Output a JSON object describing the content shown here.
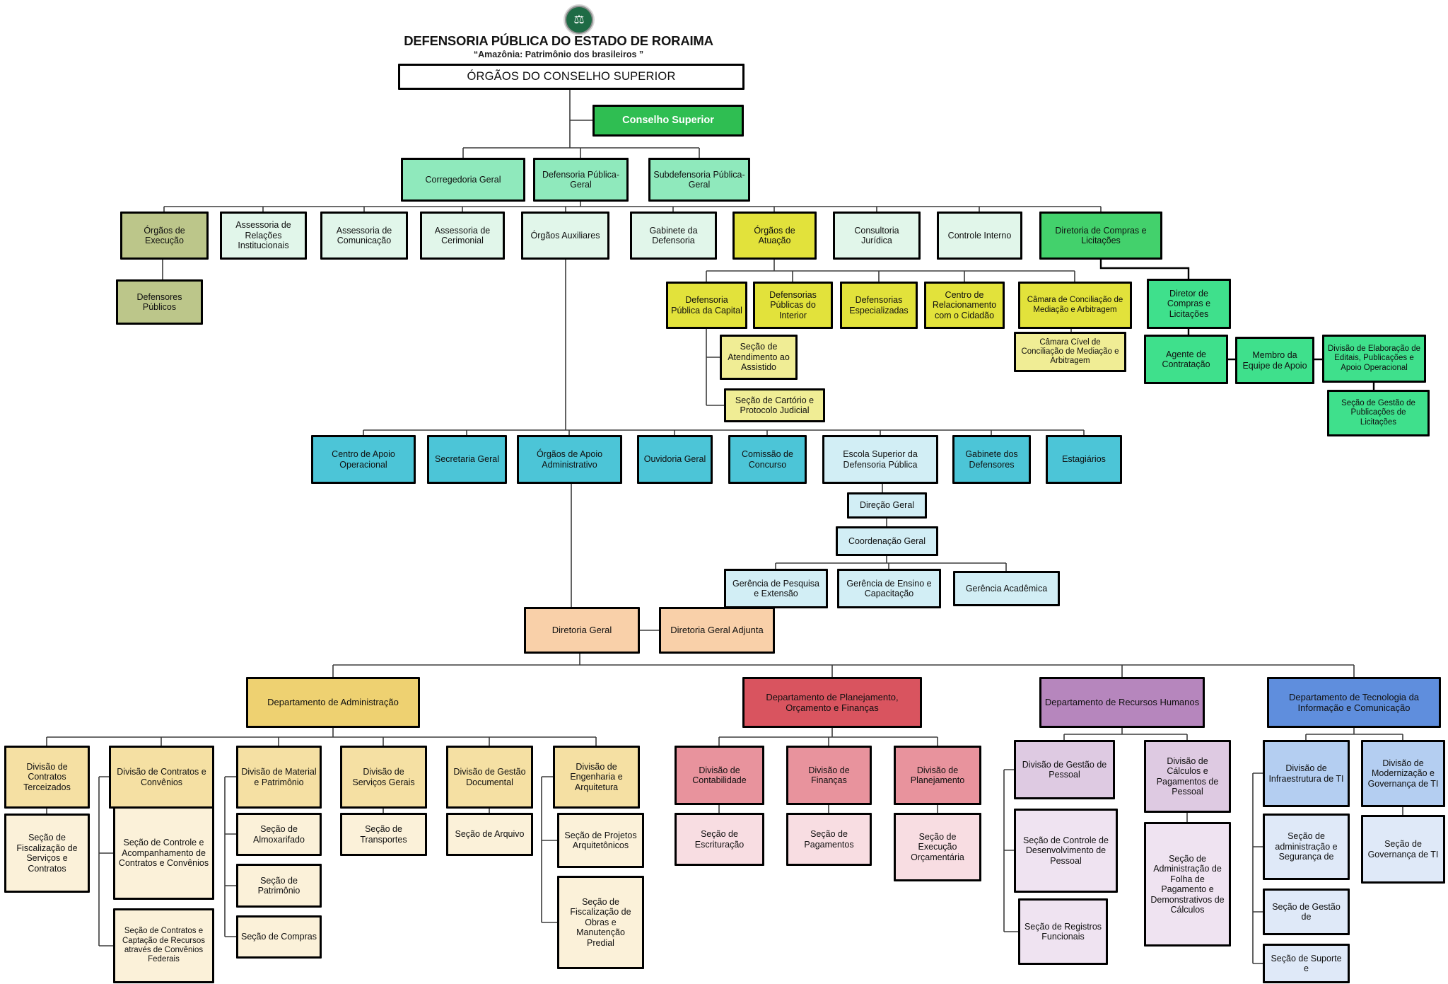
{
  "header": {
    "org_name": "DEFENSORIA PÚBLICA DO ESTADO DE RORAIMA",
    "motto": "“Amazônia: Patrimônio dos brasileiros ”"
  },
  "logo_icon": "scales-of-justice-icon",
  "logo_glyph": "⚖",
  "palette": {
    "conselho_green": "#2fbe52",
    "level2_green": "#8fe9bc",
    "pale_mint": "#e1f6ea",
    "olive": "#bcc68a",
    "atuacao_yellow": "#e2e23b",
    "pale_yellow": "#f0ed95",
    "compras_green": "#43d16c",
    "licitacoes_green": "#3fe08c",
    "teal": "#4cc5d7",
    "pale_cyan": "#d2eef5",
    "peach": "#f9d0a9",
    "admin_gold": "#eed171",
    "admin_light": "#f5e0a3",
    "admin_cream": "#fbf1d9",
    "plan_red": "#d9545f",
    "plan_pink": "#e8939d",
    "plan_pale": "#f8dde2",
    "rh_purple": "#b686bd",
    "rh_light": "#decae2",
    "rh_pale": "#efe3f1",
    "ti_blue": "#5f8edd",
    "ti_light": "#b4cef1",
    "ti_pale": "#dfe9f8"
  },
  "nodes": {
    "banner": "ÓRGÃOS DO CONSELHO SUPERIOR",
    "conselho_superior": "Conselho Superior",
    "corregedoria_geral": "Corregedoria Geral",
    "defensoria_publica_geral": "Defensoria Pública-Geral",
    "subdefensoria_publica_geral": "Subdefensoria Pública-Geral",
    "orgaos_de_execucao": "Órgãos de Execução",
    "assessoria_relacoes": "Assessoria de Relações Institucionais",
    "assessoria_comunicacao": "Assessoria de Comunicação",
    "assessoria_cerimonial": "Assessoria de Cerimonial",
    "orgaos_auxiliares": "Órgãos Auxiliares",
    "gabinete_defensoria": "Gabinete da Defensoria",
    "orgaos_de_atuacao": "Órgãos de Atuação",
    "consultoria_juridica": "Consultoria Jurídica",
    "controle_interno": "Controle Interno",
    "diretoria_compras": "Diretoria de Compras e Licitações",
    "defensores_publicos": "Defensores Públicos",
    "dp_capital": "Defensoria Pública da Capital",
    "dp_interior": "Defensorias Públicas do Interior",
    "defensorias_especializadas": "Defensorias Especializadas",
    "centro_relacionamento": "Centro de Relacionamento com o Cidadão",
    "camara_conciliacao": "Câmara de Conciliação de Mediação e Arbitragem",
    "secao_atendimento": "Seção de Atendimento ao Assistido",
    "secao_cartorio": "Seção de Cartório e Protocolo Judicial",
    "camara_civel": "Câmara Cível de Conciliação de Mediação e Arbitragem",
    "diretor_compras": "Diretor de Compras e Licitações",
    "agente_contratacao": "Agente de Contratação",
    "membro_equipe": "Membro da Equipe de Apoio",
    "divisao_editais": "Divisão de Elaboração de Editais, Publicações e Apoio Operacional",
    "secao_publicacoes": "Seção de Gestão de Publicações de Licitações",
    "centro_apoio": "Centro de Apoio Operacional",
    "secretaria_geral": "Secretaria Geral",
    "orgaos_apoio_adm": "Órgãos de Apoio Administrativo",
    "ouvidoria_geral": "Ouvidoria Geral",
    "comissao_concurso": "Comissão de Concurso",
    "escola_superior": "Escola Superior da Defensoria Pública",
    "gabinete_defensores": "Gabinete dos Defensores",
    "estagiarios": "Estagiários",
    "direcao_geral": "Direção Geral",
    "coordenacao_geral": "Coordenação Geral",
    "gerencia_pesquisa": "Gerência de Pesquisa e Extensão",
    "gerencia_ensino": "Gerência de Ensino e Capacitação",
    "gerencia_academica": "Gerência Acadêmica",
    "diretoria_geral": "Diretoria Geral",
    "diretoria_geral_adjunta": "Diretoria Geral Adjunta",
    "dep_administracao": "Departamento de Administração",
    "dep_planejamento": "Departamento de Planejamento, Orçamento e Finanças",
    "dep_rh": "Departamento de Recursos Humanos",
    "dep_ti": "Departamento de Tecnologia da Informação e Comunicação",
    "div_contratos_terceizados": "Divisão de Contratos Terceizados",
    "div_contratos_convenios": "Divisão de Contratos e Convênios",
    "div_material": "Divisão de Material e Patrimônio",
    "div_servicos": "Divisão de Serviços Gerais",
    "div_gestao_doc": "Divisão de Gestão Documental",
    "div_engenharia": "Divisão de Engenharia e Arquitetura",
    "secao_fisc_servicos": "Seção de Fiscalização de Serviços e Contratos",
    "secao_controle_acomp": "Seção de Controle e Acompanhamento de Contratos e Convênios",
    "secao_captacao": "Seção de Contratos e Captação de Recursos através de Convênios Federais",
    "secao_almoxarifado": "Seção de Almoxarifado",
    "secao_patrimonio": "Seção de Patrimônio",
    "secao_compras": "Seção de Compras",
    "secao_transportes": "Seção de Transportes",
    "secao_arquivo": "Seção de Arquivo",
    "secao_projetos": "Seção de Projetos Arquitetônicos",
    "secao_obras": "Seção de Fiscalização de Obras e Manutenção Predial",
    "div_contabilidade": "Divisão de Contabilidade",
    "div_financas": "Divisão de Finanças",
    "div_planejamento": "Divisão de Planejamento",
    "secao_escrituracao": "Seção de Escrituração",
    "secao_pagamentos": "Seção de Pagamentos",
    "secao_exec_orcamentaria": "Seção de Execução Orçamentária",
    "div_gestao_pessoal": "Divisão de Gestão de Pessoal",
    "div_calculos": "Divisão de Cálculos e Pagamentos de Pessoal",
    "secao_desenv_pessoal": "Seção de Controle de Desenvolvimento de Pessoal",
    "secao_registros": "Seção de Registros Funcionais",
    "secao_folha": "Seção de Administração de Folha de Pagamento e Demonstrativos de Cálculos",
    "div_infraestrutura": "Divisão de Infraestrutura de TI",
    "div_modernizacao": "Divisão de Modernização e Governança de TI",
    "secao_adm_seguranca": "Seção de administração e Segurança de",
    "secao_gestao_de": "Seção de Gestão de",
    "secao_suporte": "Seção de Suporte e",
    "secao_governanca": "Seção de Governança de TI"
  }
}
